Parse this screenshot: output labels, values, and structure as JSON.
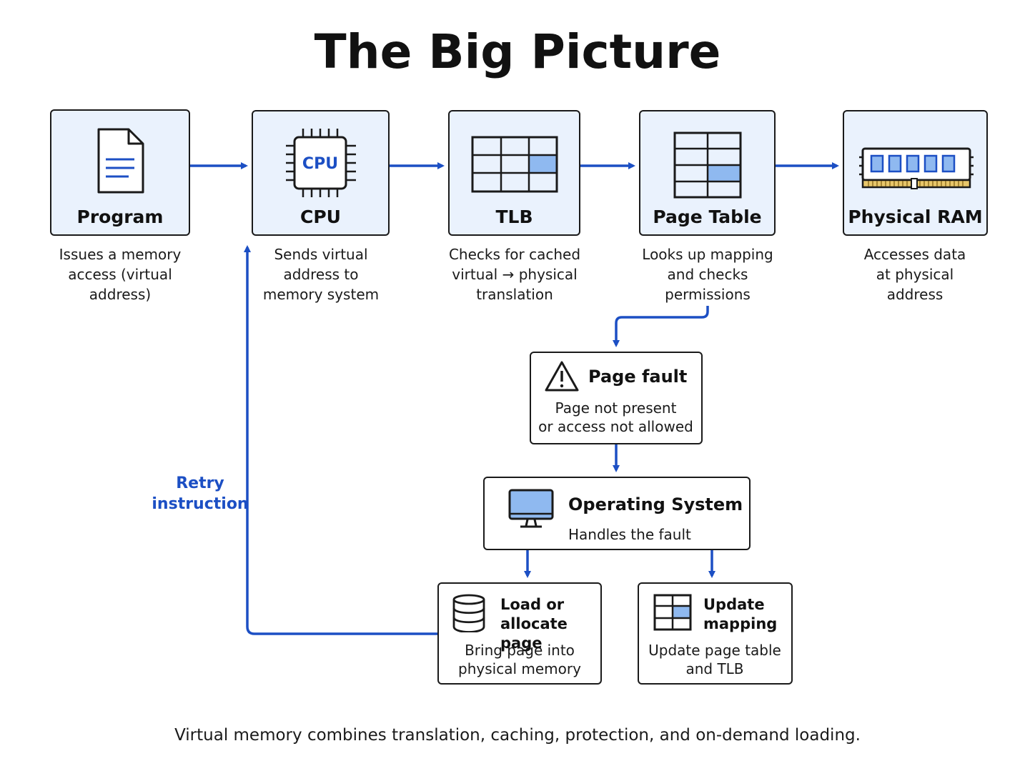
{
  "title": "The Big Picture",
  "steps": [
    {
      "label": "Program",
      "icon": "document-icon",
      "description": "Issues a memory\naccess (virtual\naddress)"
    },
    {
      "label": "CPU",
      "icon": "cpu-chip-icon",
      "chip_text": "CPU",
      "description": "Sends virtual\naddress to\nmemory system"
    },
    {
      "label": "TLB",
      "icon": "table-grid-icon",
      "description": "Checks for cached\nvirtual → physical\ntranslation"
    },
    {
      "label": "Page Table",
      "icon": "page-table-icon",
      "description": "Looks up mapping\nand checks\npermissions"
    },
    {
      "label": "Physical RAM",
      "icon": "ram-module-icon",
      "description": "Accesses data\nat physical\naddress"
    }
  ],
  "fault": {
    "title": "Page fault",
    "icon": "warning-icon",
    "text": "Page not present\nor access not allowed"
  },
  "os": {
    "title": "Operating System",
    "icon": "monitor-icon",
    "text": "Handles the fault"
  },
  "load": {
    "title": "Load or\nallocate page",
    "icon": "database-icon",
    "text": "Bring page into\nphysical memory"
  },
  "update": {
    "title": "Update\nmapping",
    "icon": "mapping-table-icon",
    "text": "Update page table\nand TLB"
  },
  "retry_label": "Retry\ninstruction",
  "footer": "Virtual memory combines translation, caching, protection, and on-demand loading.",
  "colors": {
    "accent": "#1c4fc4",
    "box_fill": "#eaf2fd",
    "highlight": "#8fb9f0",
    "border": "#1a1a1a"
  }
}
